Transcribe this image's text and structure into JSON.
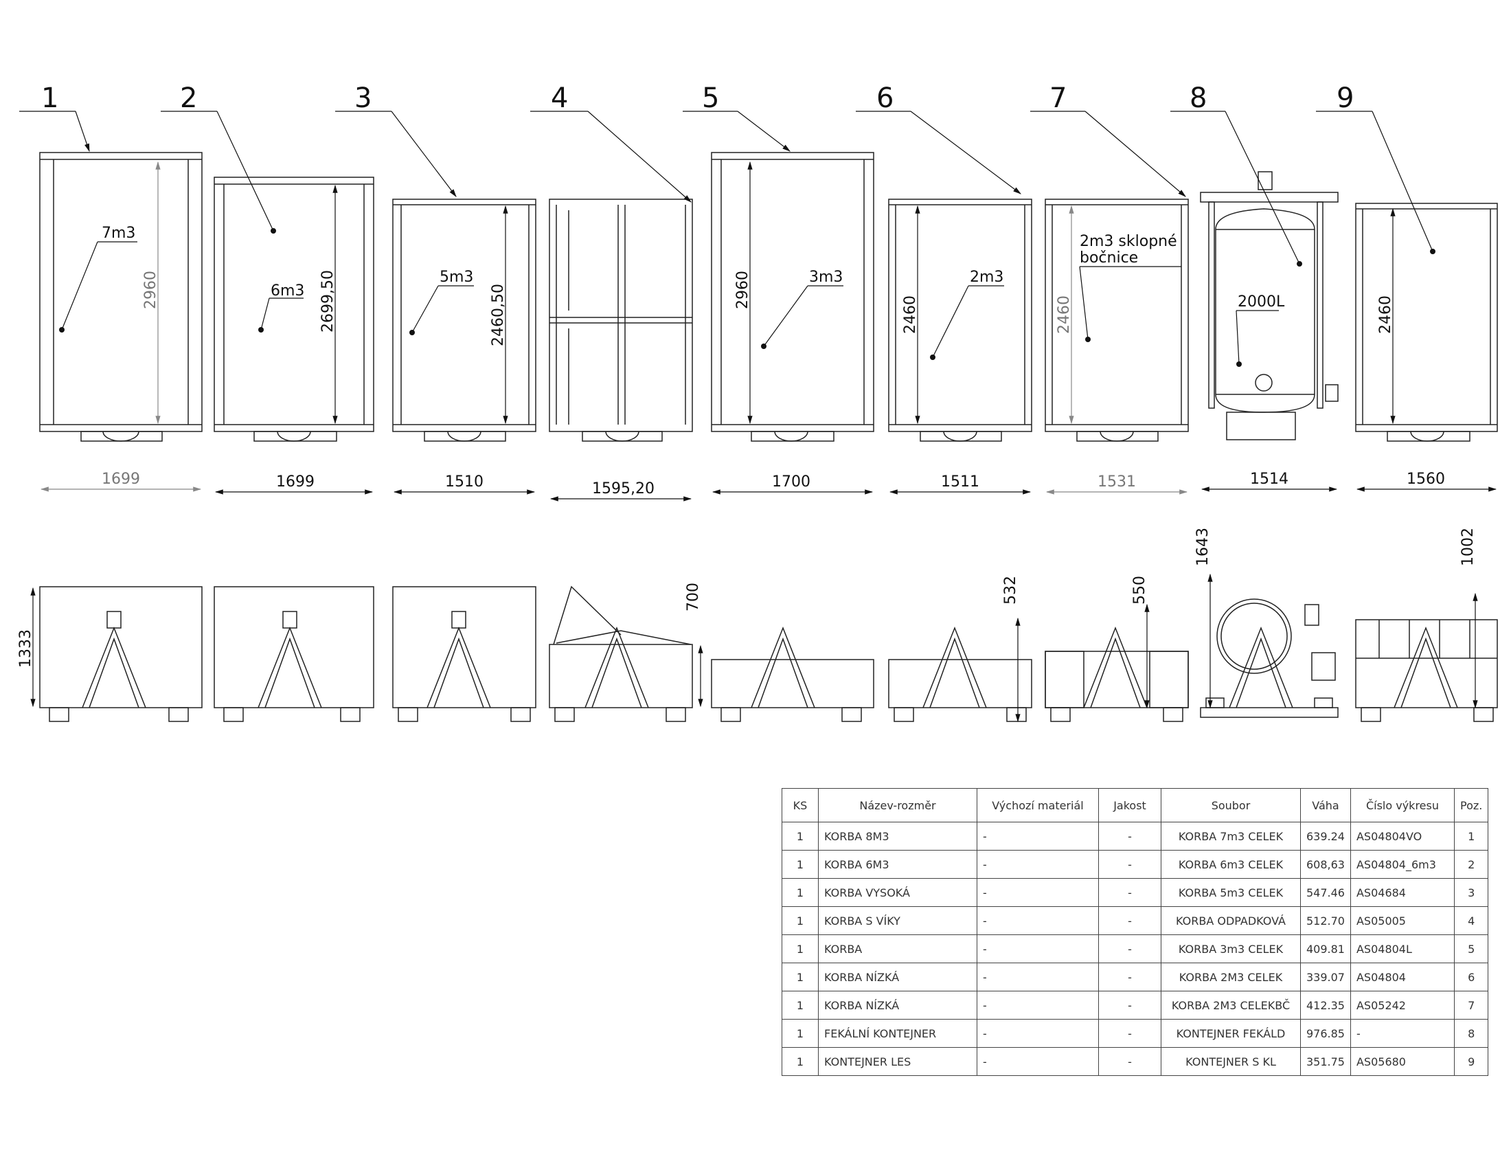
{
  "balloons": [
    "1",
    "2",
    "3",
    "4",
    "5",
    "6",
    "7",
    "8",
    "9"
  ],
  "volume_labels": [
    "7m3",
    "6m3",
    "5m3",
    "3m3",
    "2m3",
    "2m3 sklopné",
    "bočnice",
    "2000L"
  ],
  "height_dims": [
    "2960",
    "2699,50",
    "2460,50",
    "2960",
    "2460",
    "2460",
    "2460"
  ],
  "width_dims": [
    "1699",
    "1699",
    "1510",
    "1595,20",
    "1700",
    "1511",
    "1531",
    "1514",
    "1560"
  ],
  "side_dims": [
    "1333",
    "700",
    "532",
    "550",
    "1643",
    "1002"
  ],
  "bom": {
    "headers": [
      "KS",
      "Název-rozměr",
      "Výchozí materiál",
      "Jakost",
      "Soubor",
      "Váha",
      "Číslo výkresu",
      "Poz."
    ],
    "rows": [
      [
        "1",
        "KORBA 8M3",
        "-",
        "-",
        "KORBA 7m3 CELEK",
        "639.24",
        "AS04804VO",
        "1"
      ],
      [
        "1",
        "KORBA 6M3",
        "-",
        "-",
        "KORBA 6m3 CELEK",
        "608,63",
        "AS04804_6m3",
        "2"
      ],
      [
        "1",
        "KORBA VYSOKÁ",
        "-",
        "-",
        "KORBA 5m3 CELEK",
        "547.46",
        "AS04684",
        "3"
      ],
      [
        "1",
        "KORBA S VÍKY",
        "-",
        "-",
        "KORBA ODPADKOVÁ",
        "512.70",
        "AS05005",
        "4"
      ],
      [
        "1",
        "KORBA",
        "-",
        "-",
        "KORBA 3m3 CELEK",
        "409.81",
        "AS04804L",
        "5"
      ],
      [
        "1",
        "KORBA NÍZKÁ",
        "-",
        "-",
        "KORBA 2M3 CELEK",
        "339.07",
        "AS04804",
        "6"
      ],
      [
        "1",
        "KORBA NÍZKÁ",
        "-",
        "-",
        "KORBA 2M3 CELEKBČ",
        "412.35",
        "AS05242",
        "7"
      ],
      [
        "1",
        "FEKÁLNÍ KONTEJNER",
        "-",
        "-",
        "KONTEJNER FEKÁLD",
        "976.85",
        "-",
        "8"
      ],
      [
        "1",
        "KONTEJNER LES",
        "-",
        "-",
        "KONTEJNER S KL",
        "351.75",
        "AS05680",
        "9"
      ]
    ]
  }
}
